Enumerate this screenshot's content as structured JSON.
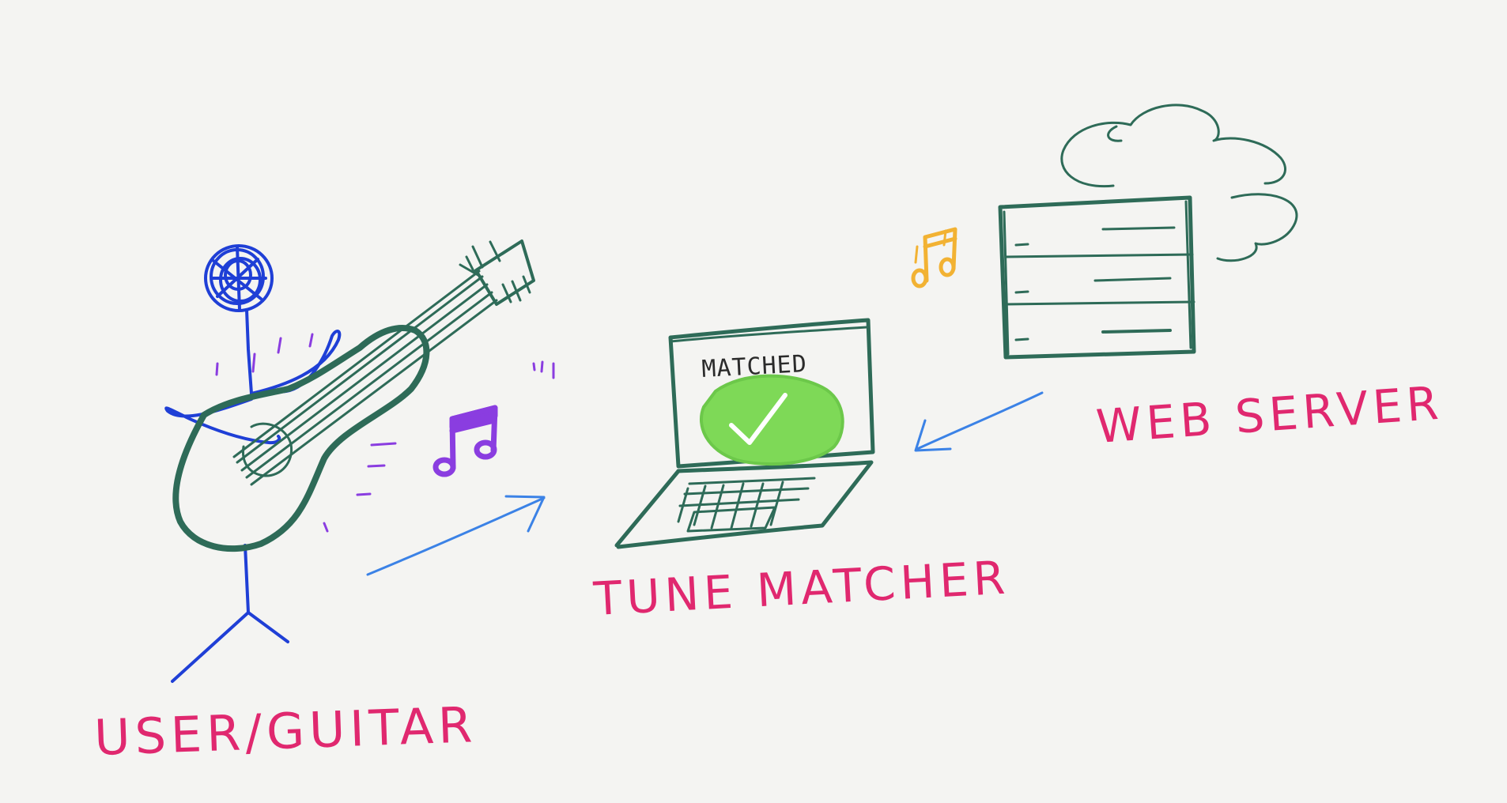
{
  "labels": {
    "user_guitar": "USER/GUITAR",
    "tune_matcher": "TUNE MATCHER",
    "web_server": "WEB SERVER",
    "matched": "MATCHED"
  },
  "icons": {
    "check": "check-icon",
    "music_note": "music-note-icon",
    "cloud": "cloud-icon"
  },
  "colors": {
    "background": "#f4f4f2",
    "label_pink": "#e0286f",
    "outline_green": "#2e6b58",
    "person_blue": "#1f3fd6",
    "note_purple": "#8a3de0",
    "note_yellow": "#f2b233",
    "arrow_blue": "#3b82e6",
    "check_green": "#7ed957",
    "text_dark": "#2b2b2b"
  }
}
